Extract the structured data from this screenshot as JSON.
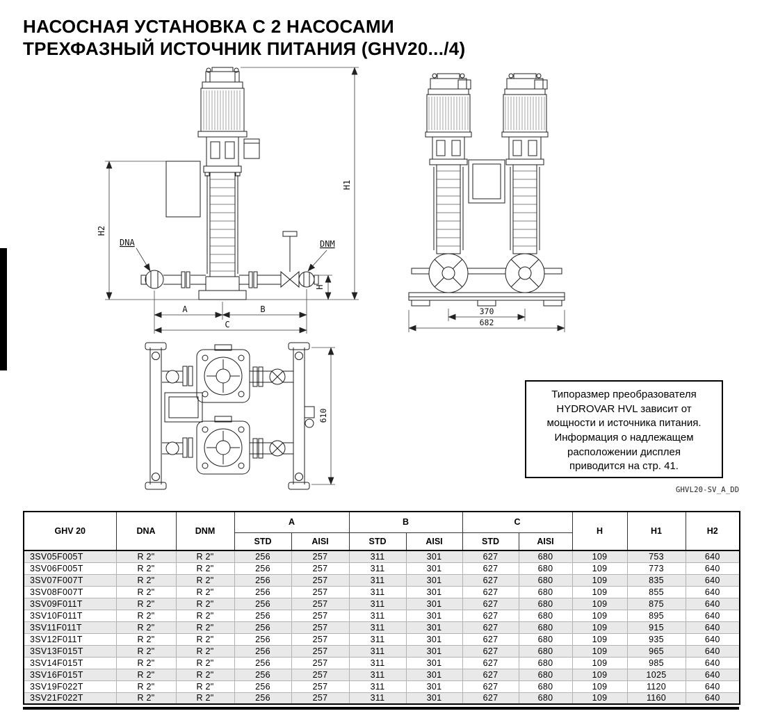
{
  "page": {
    "title_line1": "НАСОСНАЯ УСТАНОВКА С 2 НАСОСАМИ",
    "title_line2": "ТРЕХФАЗНЫЙ ИСТОЧНИК ПИТАНИЯ (GHV20.../4)"
  },
  "drawing": {
    "dim_h1": "H1",
    "dim_h2": "H2",
    "dim_h": "H",
    "dim_a": "A",
    "dim_b": "B",
    "dim_c": "C",
    "dim_dna": "DNA",
    "dim_dnm": "DNM",
    "dim_370": "370",
    "dim_682": "682",
    "dim_610": "610",
    "caption": "GHVL20-SV_A_DD"
  },
  "note": {
    "lines": [
      "Типоразмер преобразователя",
      "HYDROVAR HVL зависит от",
      "мощности и источника питания.",
      "Информация о надлежащем",
      "расположении дисплея",
      "приводится на стр. 41."
    ]
  },
  "table": {
    "headers": {
      "model": "GHV 20",
      "dna": "DNA",
      "dnm": "DNM",
      "a": "A",
      "b": "B",
      "c": "C",
      "h": "H",
      "h1": "H1",
      "h2": "H2",
      "std": "STD",
      "aisi": "AISI"
    },
    "rows": [
      {
        "model": "3SV05F005T",
        "dna": "R 2\"",
        "dnm": "R 2\"",
        "a_std": "256",
        "a_aisi": "257",
        "b_std": "311",
        "b_aisi": "301",
        "c_std": "627",
        "c_aisi": "680",
        "h": "109",
        "h1": "753",
        "h2": "640"
      },
      {
        "model": "3SV06F005T",
        "dna": "R 2\"",
        "dnm": "R 2\"",
        "a_std": "256",
        "a_aisi": "257",
        "b_std": "311",
        "b_aisi": "301",
        "c_std": "627",
        "c_aisi": "680",
        "h": "109",
        "h1": "773",
        "h2": "640"
      },
      {
        "model": "3SV07F007T",
        "dna": "R 2\"",
        "dnm": "R 2\"",
        "a_std": "256",
        "a_aisi": "257",
        "b_std": "311",
        "b_aisi": "301",
        "c_std": "627",
        "c_aisi": "680",
        "h": "109",
        "h1": "835",
        "h2": "640"
      },
      {
        "model": "3SV08F007T",
        "dna": "R 2\"",
        "dnm": "R 2\"",
        "a_std": "256",
        "a_aisi": "257",
        "b_std": "311",
        "b_aisi": "301",
        "c_std": "627",
        "c_aisi": "680",
        "h": "109",
        "h1": "855",
        "h2": "640"
      },
      {
        "model": "3SV09F011T",
        "dna": "R 2\"",
        "dnm": "R 2\"",
        "a_std": "256",
        "a_aisi": "257",
        "b_std": "311",
        "b_aisi": "301",
        "c_std": "627",
        "c_aisi": "680",
        "h": "109",
        "h1": "875",
        "h2": "640"
      },
      {
        "model": "3SV10F011T",
        "dna": "R 2\"",
        "dnm": "R 2\"",
        "a_std": "256",
        "a_aisi": "257",
        "b_std": "311",
        "b_aisi": "301",
        "c_std": "627",
        "c_aisi": "680",
        "h": "109",
        "h1": "895",
        "h2": "640"
      },
      {
        "model": "3SV11F011T",
        "dna": "R 2\"",
        "dnm": "R 2\"",
        "a_std": "256",
        "a_aisi": "257",
        "b_std": "311",
        "b_aisi": "301",
        "c_std": "627",
        "c_aisi": "680",
        "h": "109",
        "h1": "915",
        "h2": "640"
      },
      {
        "model": "3SV12F011T",
        "dna": "R 2\"",
        "dnm": "R 2\"",
        "a_std": "256",
        "a_aisi": "257",
        "b_std": "311",
        "b_aisi": "301",
        "c_std": "627",
        "c_aisi": "680",
        "h": "109",
        "h1": "935",
        "h2": "640"
      },
      {
        "model": "3SV13F015T",
        "dna": "R 2\"",
        "dnm": "R 2\"",
        "a_std": "256",
        "a_aisi": "257",
        "b_std": "311",
        "b_aisi": "301",
        "c_std": "627",
        "c_aisi": "680",
        "h": "109",
        "h1": "965",
        "h2": "640"
      },
      {
        "model": "3SV14F015T",
        "dna": "R 2\"",
        "dnm": "R 2\"",
        "a_std": "256",
        "a_aisi": "257",
        "b_std": "311",
        "b_aisi": "301",
        "c_std": "627",
        "c_aisi": "680",
        "h": "109",
        "h1": "985",
        "h2": "640"
      },
      {
        "model": "3SV16F015T",
        "dna": "R 2\"",
        "dnm": "R 2\"",
        "a_std": "256",
        "a_aisi": "257",
        "b_std": "311",
        "b_aisi": "301",
        "c_std": "627",
        "c_aisi": "680",
        "h": "109",
        "h1": "1025",
        "h2": "640"
      },
      {
        "model": "3SV19F022T",
        "dna": "R 2\"",
        "dnm": "R 2\"",
        "a_std": "256",
        "a_aisi": "257",
        "b_std": "311",
        "b_aisi": "301",
        "c_std": "627",
        "c_aisi": "680",
        "h": "109",
        "h1": "1120",
        "h2": "640"
      },
      {
        "model": "3SV21F022T",
        "dna": "R 2\"",
        "dnm": "R 2\"",
        "a_std": "256",
        "a_aisi": "257",
        "b_std": "311",
        "b_aisi": "301",
        "c_std": "627",
        "c_aisi": "680",
        "h": "109",
        "h1": "1160",
        "h2": "640"
      }
    ]
  }
}
